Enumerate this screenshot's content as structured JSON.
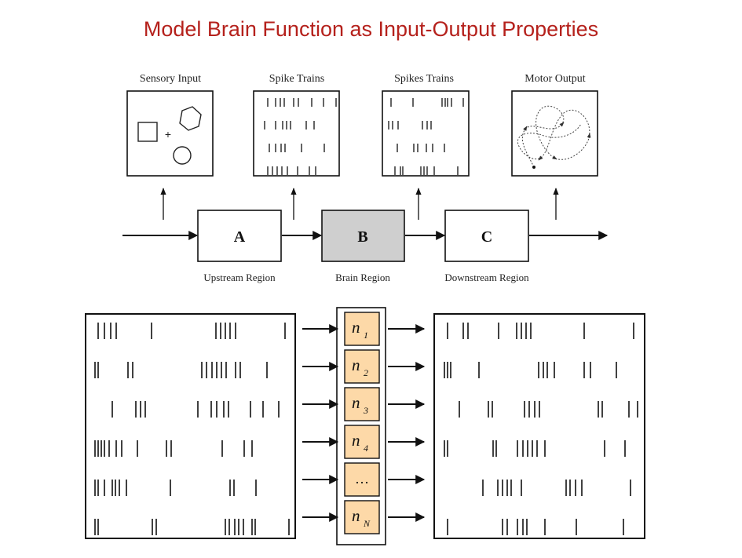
{
  "title": "Model Brain Function as Input-Output Properties",
  "top_panels": [
    {
      "label": "Sensory Input"
    },
    {
      "label": "Spike Trains"
    },
    {
      "label": "Spikes Trains"
    },
    {
      "label": "Motor Output"
    }
  ],
  "sensory_input": {
    "marker": "+"
  },
  "blocks": [
    {
      "letter": "A",
      "region": "Upstream Region",
      "fill": "#ffffff"
    },
    {
      "letter": "B",
      "region": "Brain Region",
      "fill": "#cfcfcf"
    },
    {
      "letter": "C",
      "region": "Downstream Region",
      "fill": "#ffffff"
    }
  ],
  "neurons": [
    {
      "base": "n",
      "sub": "1"
    },
    {
      "base": "n",
      "sub": "2"
    },
    {
      "base": "n",
      "sub": "3"
    },
    {
      "base": "n",
      "sub": "4"
    },
    {
      "base": "…",
      "sub": ""
    },
    {
      "base": "n",
      "sub": "N"
    }
  ],
  "colors": {
    "title": "#b5211c",
    "neuron_fill": "#fdd9a8",
    "stroke": "#111111"
  }
}
